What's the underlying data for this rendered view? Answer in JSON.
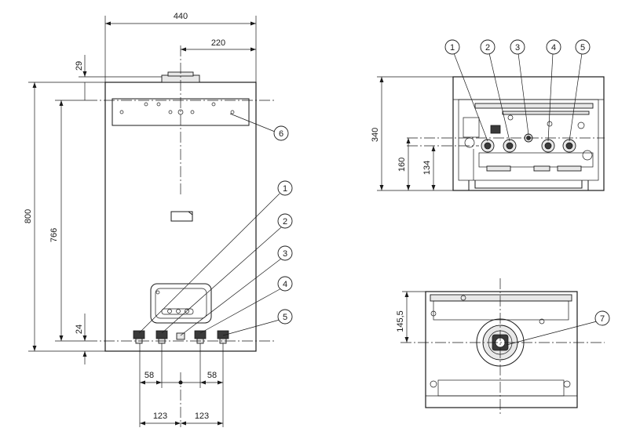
{
  "front_view": {
    "dimensions": {
      "overall_width": "440",
      "half_width": "220",
      "top_offset": "29",
      "height": "800",
      "inner_height": "766",
      "bottom_offset": "24",
      "inner_spacing_left": "58",
      "inner_spacing_right": "58",
      "outer_spacing_left": "123",
      "outer_spacing_right": "123"
    },
    "callouts": [
      "1",
      "2",
      "3",
      "4",
      "5",
      "6"
    ]
  },
  "rear_view": {
    "dimensions": {
      "depth": "340",
      "height_160": "160",
      "height_134": "134"
    },
    "callouts": [
      "1",
      "2",
      "3",
      "4",
      "5"
    ]
  },
  "bottom_view": {
    "dimensions": {
      "flue_offset": "145,5"
    },
    "callouts": [
      "7"
    ]
  }
}
